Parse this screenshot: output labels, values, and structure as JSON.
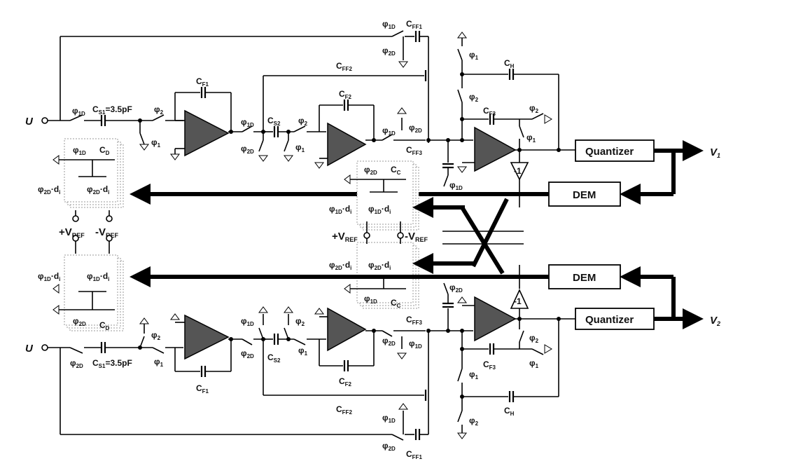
{
  "inputs": {
    "top": "U",
    "bottom": "U"
  },
  "outputs": {
    "top": "V",
    "top_sub": "1",
    "bottom": "V",
    "bottom_sub": "2"
  },
  "blocks": {
    "quantizer": "Quantizer",
    "dem": "DEM",
    "invert": "-1"
  },
  "caps": {
    "cs1": "C",
    "cs1_sub": "S1",
    "cs1_val": "=3.5pF",
    "cf1": "C",
    "cf1_sub": "F1",
    "cs2": "C",
    "cs2_sub": "S2",
    "cf2": "C",
    "cf2_sub": "F2",
    "cf3": "C",
    "cf3_sub": "F3",
    "cff1": "C",
    "cff1_sub": "FF1",
    "cff2": "C",
    "cff2_sub": "FF2",
    "cff3": "C",
    "cff3_sub": "FF3",
    "ch": "C",
    "ch_sub": "H",
    "cd": "C",
    "cd_sub": "D",
    "cc": "C",
    "cc_sub": "C"
  },
  "phases": {
    "p1": "φ",
    "p1_sub": "1",
    "p2": "φ",
    "p2_sub": "2",
    "p1d": "φ",
    "p1d_sub": "1D",
    "p2d": "φ",
    "p2d_sub": "2D"
  },
  "dac": {
    "d": "·d",
    "d_sub": "i"
  },
  "refs": {
    "pos": "+V",
    "neg": "-V",
    "ref_sub": "REF"
  }
}
